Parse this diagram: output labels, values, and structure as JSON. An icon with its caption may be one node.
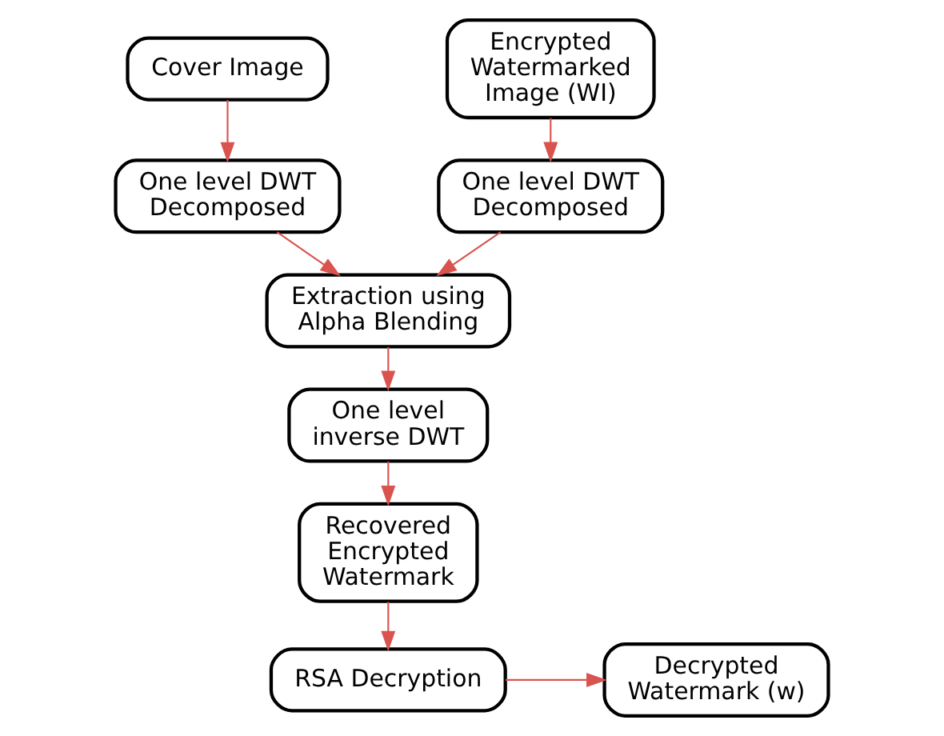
{
  "diagram": {
    "nodes": [
      {
        "text": [
          "Cover Image"
        ]
      },
      {
        "text": [
          "Encrypted Watermarked Image (WI)"
        ]
      },
      {
        "text": [
          "One level DWT Decomposed"
        ]
      },
      {
        "text": [
          "One level DWT Decomposed"
        ]
      },
      {
        "text": [
          "Extraction using Alpha Blending"
        ]
      },
      {
        "text": [
          "One level inverse DWT"
        ]
      },
      {
        "text": [
          "Recovered Encrypted Watermark"
        ]
      },
      {
        "text": [
          "RSA Decryption"
        ]
      },
      {
        "text": [
          "Decrypted Watermark (w)"
        ]
      }
    ],
    "edges": [
      {
        "from": 0,
        "to": 2,
        "arrow": "to",
        "color": "#d9534f"
      },
      {
        "from": 1,
        "to": 3,
        "arrow": "to",
        "color": "#d9534f"
      },
      {
        "from": 2,
        "to": 4,
        "arrow": "to",
        "color": "#d9534f"
      },
      {
        "from": 3,
        "to": 4,
        "arrow": "to",
        "color": "#d9534f"
      },
      {
        "from": 4,
        "to": 5,
        "arrow": "to",
        "color": "#d9534f"
      },
      {
        "from": 5,
        "to": 6,
        "arrow": "to",
        "color": "#d9534f"
      },
      {
        "from": 6,
        "to": 7,
        "arrow": "to",
        "color": "#d9534f"
      },
      {
        "from": 7,
        "to": 8,
        "arrow": "to",
        "color": "#d9534f"
      }
    ]
  }
}
